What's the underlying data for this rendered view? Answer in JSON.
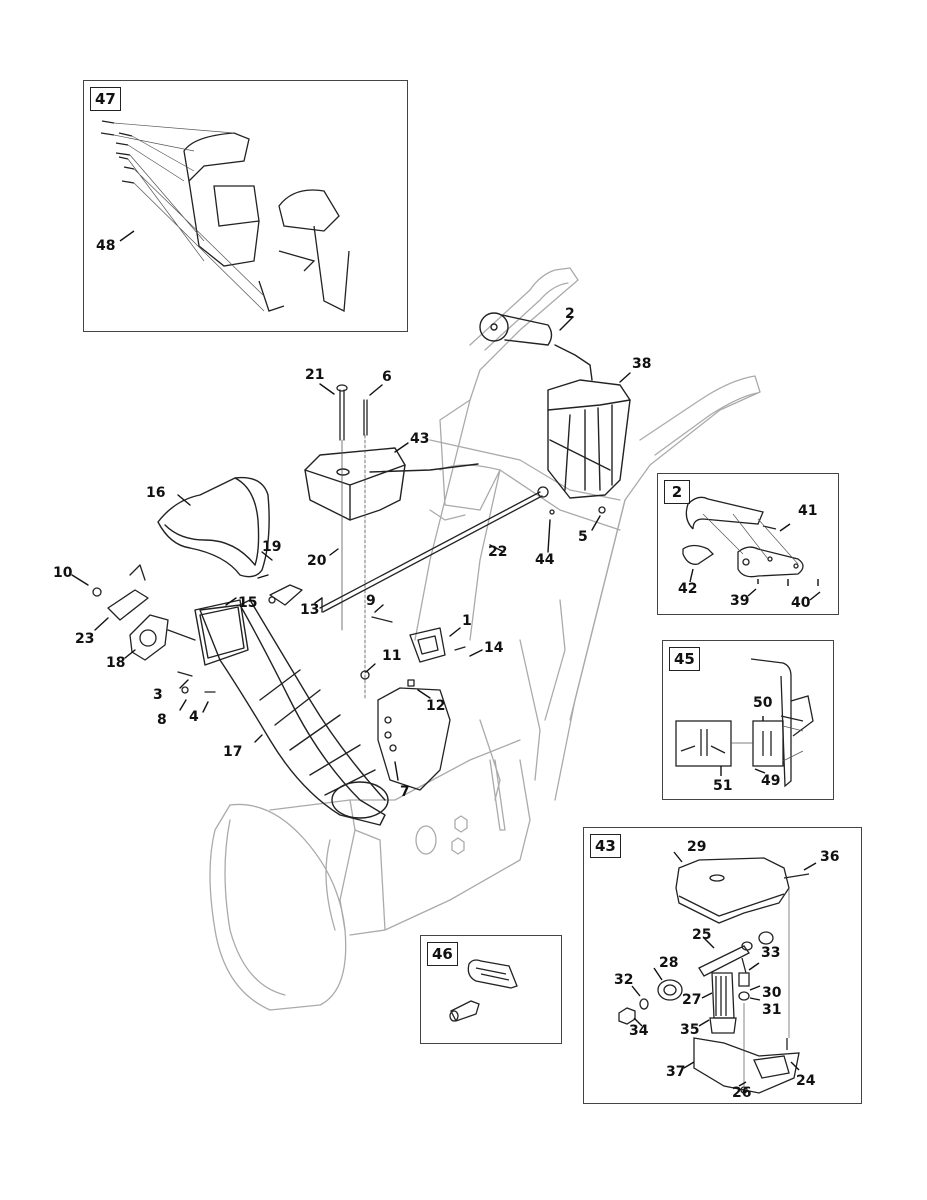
{
  "diagram": {
    "type": "exploded-parts-view",
    "subject": "Snow thrower chute and chute control assembly",
    "callouts": [
      {
        "id": "c1",
        "label": "1"
      },
      {
        "id": "c2",
        "label": "2"
      },
      {
        "id": "c3",
        "label": "3"
      },
      {
        "id": "c4",
        "label": "4"
      },
      {
        "id": "c5",
        "label": "5"
      },
      {
        "id": "c6",
        "label": "6"
      },
      {
        "id": "c7",
        "label": "7"
      },
      {
        "id": "c8",
        "label": "8"
      },
      {
        "id": "c9",
        "label": "9"
      },
      {
        "id": "c10",
        "label": "10"
      },
      {
        "id": "c11",
        "label": "11"
      },
      {
        "id": "c12",
        "label": "12"
      },
      {
        "id": "c13",
        "label": "13"
      },
      {
        "id": "c14",
        "label": "14"
      },
      {
        "id": "c15",
        "label": "15"
      },
      {
        "id": "c16",
        "label": "16"
      },
      {
        "id": "c17",
        "label": "17"
      },
      {
        "id": "c18",
        "label": "18"
      },
      {
        "id": "c19",
        "label": "19"
      },
      {
        "id": "c20",
        "label": "20"
      },
      {
        "id": "c21",
        "label": "21"
      },
      {
        "id": "c22",
        "label": "22"
      },
      {
        "id": "c23",
        "label": "23"
      },
      {
        "id": "c38",
        "label": "38"
      },
      {
        "id": "c43",
        "label": "43"
      },
      {
        "id": "c44",
        "label": "44"
      }
    ],
    "insets": [
      {
        "id": "inset47",
        "tag": "47",
        "callouts": [
          {
            "label": "48"
          }
        ]
      },
      {
        "id": "inset2",
        "tag": "2",
        "callouts": [
          {
            "label": "41"
          },
          {
            "label": "42"
          },
          {
            "label": "39"
          },
          {
            "label": "40"
          }
        ]
      },
      {
        "id": "inset45",
        "tag": "45",
        "callouts": [
          {
            "label": "50"
          },
          {
            "label": "51"
          },
          {
            "label": "49"
          }
        ]
      },
      {
        "id": "inset46",
        "tag": "46",
        "callouts": []
      },
      {
        "id": "inset43",
        "tag": "43",
        "callouts": [
          {
            "label": "29"
          },
          {
            "label": "36"
          },
          {
            "label": "25"
          },
          {
            "label": "33"
          },
          {
            "label": "28"
          },
          {
            "label": "32"
          },
          {
            "label": "27"
          },
          {
            "label": "30"
          },
          {
            "label": "31"
          },
          {
            "label": "34"
          },
          {
            "label": "35"
          },
          {
            "label": "37"
          },
          {
            "label": "24"
          },
          {
            "label": "26"
          }
        ]
      }
    ]
  }
}
